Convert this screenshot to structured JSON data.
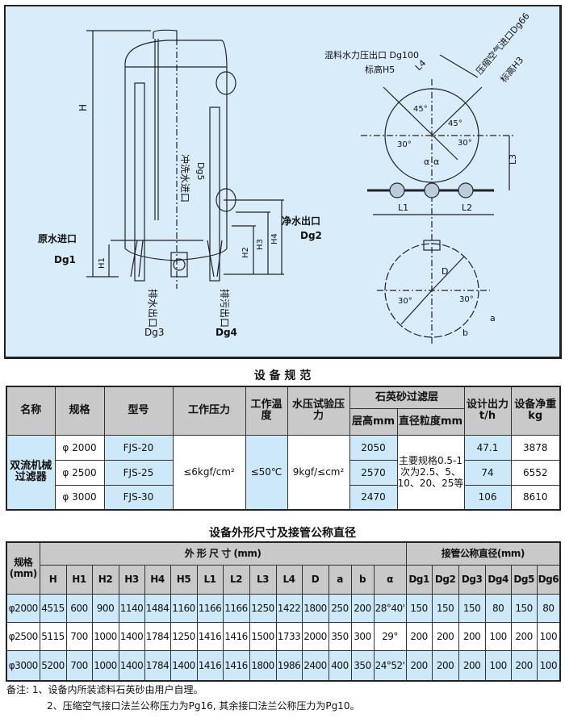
{
  "diagram": {
    "raw_in": "原水进口",
    "dg1": "Dg1",
    "wash_in": "冲洗水进口",
    "dg5": "Dg5",
    "clean_out": "净水出口",
    "dg2": "Dg2",
    "drain_out": "排水出口",
    "dg3": "Dg3",
    "sewage_out": "排污出口",
    "dg4": "Dg4",
    "h": "H",
    "h1": "H1",
    "h2": "H2",
    "h3": "H3",
    "h4": "H4",
    "h5": "H5",
    "mix_out": "混料水力压出口 Dg100",
    "mix_elev": "标高H5",
    "air_in": "压缩空气进口Dg66",
    "air_elev": "标高H3",
    "l1": "L1",
    "l2": "L2",
    "l3": "L3",
    "l4": "L4",
    "deg45": "45°",
    "deg30": "30°",
    "alpha": "α",
    "d": "D",
    "a": "a",
    "b": "b"
  },
  "spec": {
    "title": "设 备 规 范",
    "headers": {
      "name": "名称",
      "size": "规格",
      "model": "型号",
      "pressure": "工作压力",
      "temp": "工作温度",
      "test": "水压试验压力",
      "layer": "石英砂过滤层",
      "layer_h": "层高mm",
      "grain": "直径粒度mm",
      "output": "设计出力t/h",
      "weight": "设备净重kg"
    },
    "name": "双流机械过滤器",
    "pressure": "≤6kgf/cm²",
    "temp": "≤50℃",
    "test": "9kgf/≤cm²",
    "grain": "主要规格0.5-1次为2.5、5、10、20、25等",
    "rows": [
      {
        "size": "φ 2000",
        "model": "FJS-20",
        "layer_h": "2050",
        "output": "47.1",
        "weight": "3878"
      },
      {
        "size": "φ 2500",
        "model": "FJS-25",
        "layer_h": "2570",
        "output": "74",
        "weight": "6552"
      },
      {
        "size": "φ 3000",
        "model": "FJS-30",
        "layer_h": "2470",
        "output": "106",
        "weight": "8610"
      }
    ]
  },
  "dims": {
    "title": "设备外形尺寸及接管公称直径",
    "size_header": "规格(mm)",
    "group_dim": "外 形 尺 寸 (mm)",
    "group_dg": "接管公称直径(mm)",
    "columns": [
      "H",
      "H1",
      "H2",
      "H3",
      "H4",
      "H5",
      "L1",
      "L2",
      "L3",
      "L4",
      "D",
      "a",
      "b",
      "α",
      "Dg1",
      "Dg2",
      "Dg3",
      "Dg4",
      "Dg5",
      "Dg6"
    ],
    "rows": [
      [
        "φ2000",
        "4515",
        "600",
        "900",
        "1140",
        "1484",
        "1160",
        "1166",
        "1166",
        "1250",
        "1422",
        "1800",
        "250",
        "200",
        "28°40'",
        "150",
        "150",
        "150",
        "80",
        "150",
        "80"
      ],
      [
        "φ2500",
        "5115",
        "700",
        "1000",
        "1400",
        "1784",
        "1250",
        "1416",
        "1416",
        "1500",
        "1733",
        "2000",
        "350",
        "300",
        "29°",
        "200",
        "200",
        "200",
        "100",
        "200",
        "100"
      ],
      [
        "φ3000",
        "5200",
        "700",
        "1000",
        "1400",
        "1784",
        "1400",
        "1416",
        "1416",
        "1800",
        "1986",
        "2400",
        "400",
        "350",
        "24°52'",
        "200",
        "200",
        "200",
        "100",
        "200",
        "100"
      ]
    ]
  },
  "notes": {
    "n1": "备注: 1、设备内所装滤料石英砂由用户自理。",
    "n2": "2、压缩空气接口法兰公称压力为Pg16, 其余接口法兰公称压力为Pg10。"
  }
}
